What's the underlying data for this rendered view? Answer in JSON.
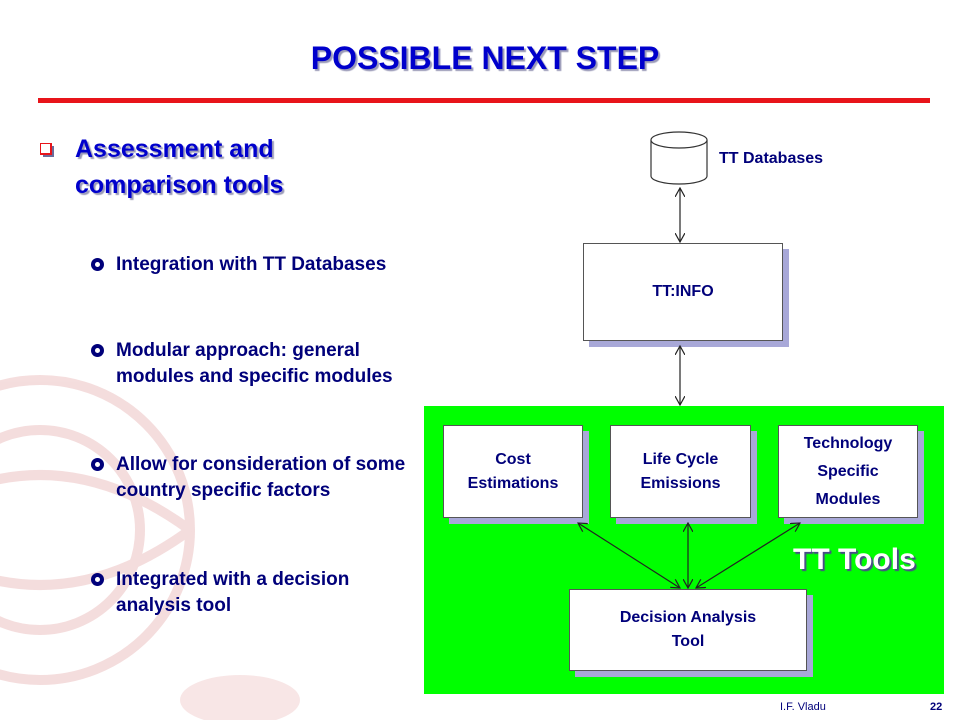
{
  "slide": {
    "title": "POSSIBLE NEXT STEP",
    "main_bullet": "Assessment and comparison tools",
    "sub_bullets": [
      "Integration with TT Databases",
      "Modular approach: general modules and specific modules",
      "Allow for consideration of some country specific factors",
      "Integrated with a decision analysis tool"
    ]
  },
  "diagram": {
    "database_label": "TT Databases",
    "info_box": "TT:INFO",
    "modules": [
      "Cost Estimations",
      "Life Cycle Emissions",
      "Technology Specific Modules"
    ],
    "decision_box": "Decision Analysis Tool",
    "group_label": "TT Tools"
  },
  "footer": {
    "author": "I.F. Vladu",
    "page": "22"
  },
  "colors": {
    "title": "#0000cc",
    "rule": "#e8141a",
    "panel": "#00ff00",
    "text": "#00007a"
  }
}
